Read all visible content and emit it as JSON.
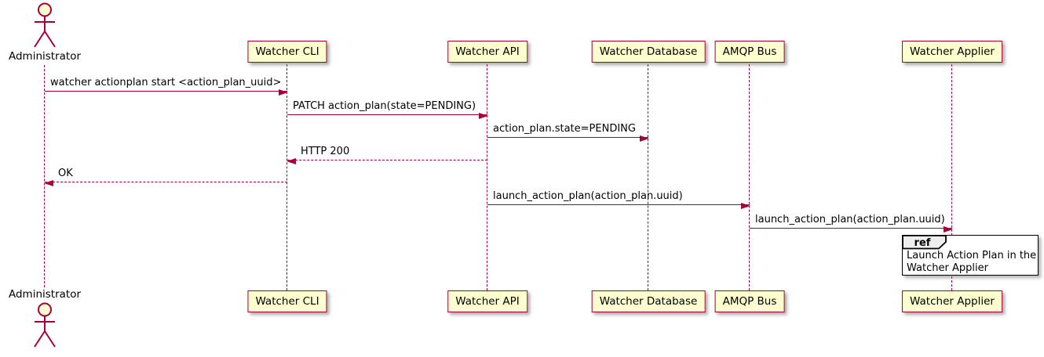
{
  "diagram_type": "sequence-diagram",
  "actor": {
    "name": "Administrator"
  },
  "participants": [
    {
      "name": "Watcher CLI"
    },
    {
      "name": "Watcher API"
    },
    {
      "name": "Watcher Database"
    },
    {
      "name": "AMQP Bus"
    },
    {
      "name": "Watcher Applier"
    }
  ],
  "messages": [
    {
      "label": "watcher actionplan start <action_plan_uuid>",
      "from": "Administrator",
      "to": "Watcher CLI",
      "line": "solid",
      "direction": "right"
    },
    {
      "label": "PATCH action_plan(state=PENDING)",
      "from": "Watcher CLI",
      "to": "Watcher API",
      "line": "solid",
      "direction": "right"
    },
    {
      "label": "action_plan.state=PENDING",
      "from": "Watcher API",
      "to": "Watcher Database",
      "line": "solid",
      "direction": "right"
    },
    {
      "label": "HTTP 200",
      "from": "Watcher API",
      "to": "Watcher CLI",
      "line": "dashed",
      "direction": "left"
    },
    {
      "label": "OK",
      "from": "Watcher CLI",
      "to": "Administrator",
      "line": "dashed",
      "direction": "left"
    },
    {
      "label": "launch_action_plan(action_plan.uuid)",
      "from": "Watcher API",
      "to": "AMQP Bus",
      "line": "solid",
      "direction": "right"
    },
    {
      "label": "launch_action_plan(action_plan.uuid)",
      "from": "AMQP Bus",
      "to": "Watcher Applier",
      "line": "solid",
      "direction": "right"
    }
  ],
  "ref": {
    "keyword": "ref",
    "lines": [
      "Launch Action Plan in the",
      "Watcher Applier"
    ]
  },
  "colors": {
    "accent": "#A80036",
    "participant_fill": "#FEFECE",
    "ref_header_fill": "#EEEEEE",
    "ref_border": "#000000",
    "text": "#000000",
    "background": "#FFFFFF"
  }
}
